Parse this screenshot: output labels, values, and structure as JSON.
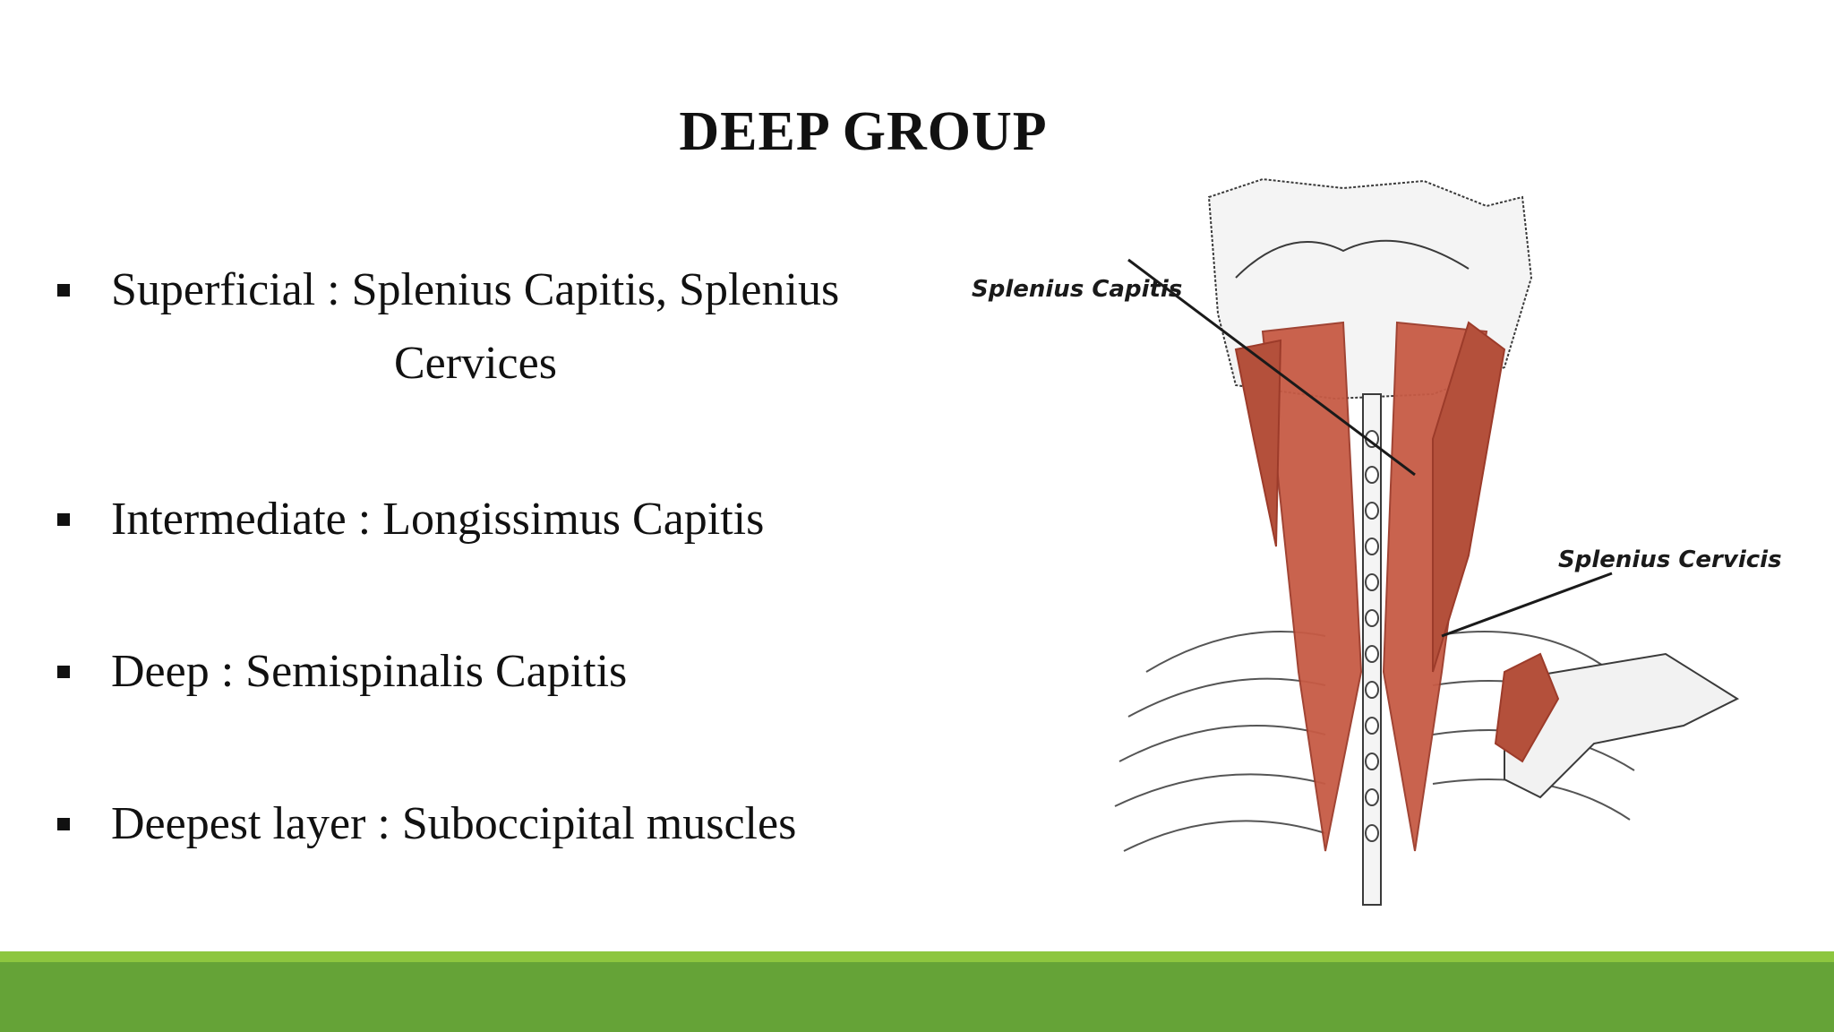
{
  "title": "DEEP GROUP",
  "bullets": [
    {
      "text": "Superficial :  Splenius Capitis, Splenius",
      "continuation": "Cervices"
    },
    {
      "text": "Intermediate : Longissimus Capitis"
    },
    {
      "text": "Deep : Semispinalis Capitis"
    },
    {
      "text": "Deepest layer : Suboccipital muscles"
    }
  ],
  "illustration": {
    "labels": {
      "capitis": "Splenius Capitis",
      "cervicis": "Splenius Cervicis"
    }
  },
  "colors": {
    "band_light": "#8dc63f",
    "band_dark": "#65a337",
    "muscle": "#c75b45",
    "muscle_dark": "#9c3b2a",
    "bone": "#f2f2f2",
    "outline": "#3a3a3a"
  }
}
